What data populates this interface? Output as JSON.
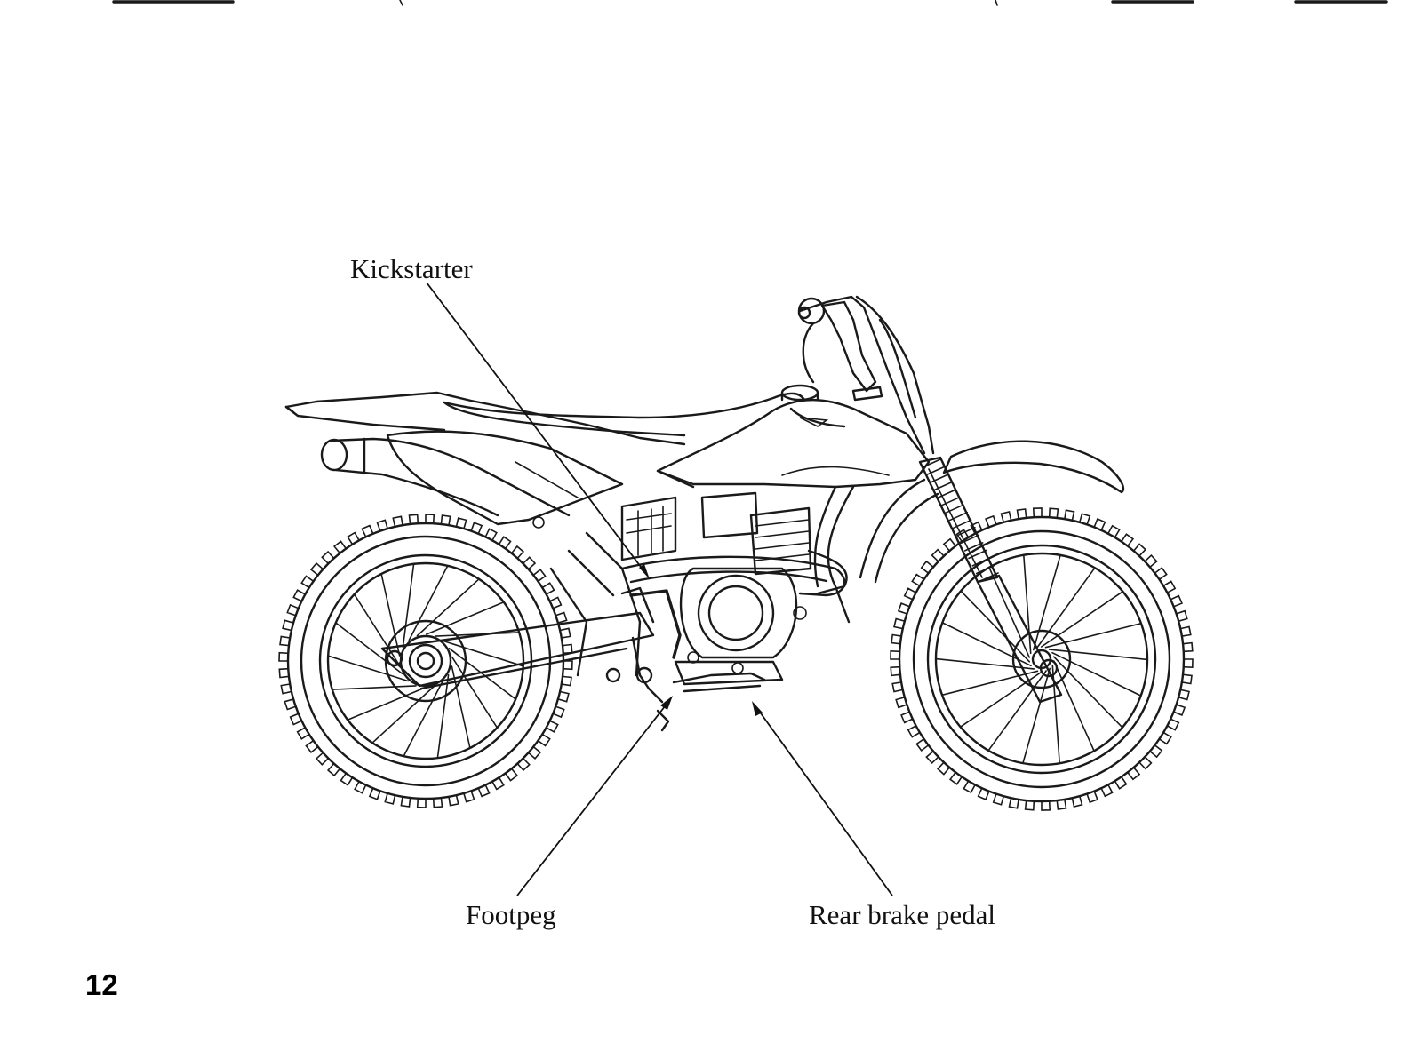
{
  "labels": {
    "kickstarter": "Kickstarter",
    "footpeg": "Footpeg",
    "rear_brake_pedal": "Rear brake pedal"
  },
  "page_number": "12"
}
